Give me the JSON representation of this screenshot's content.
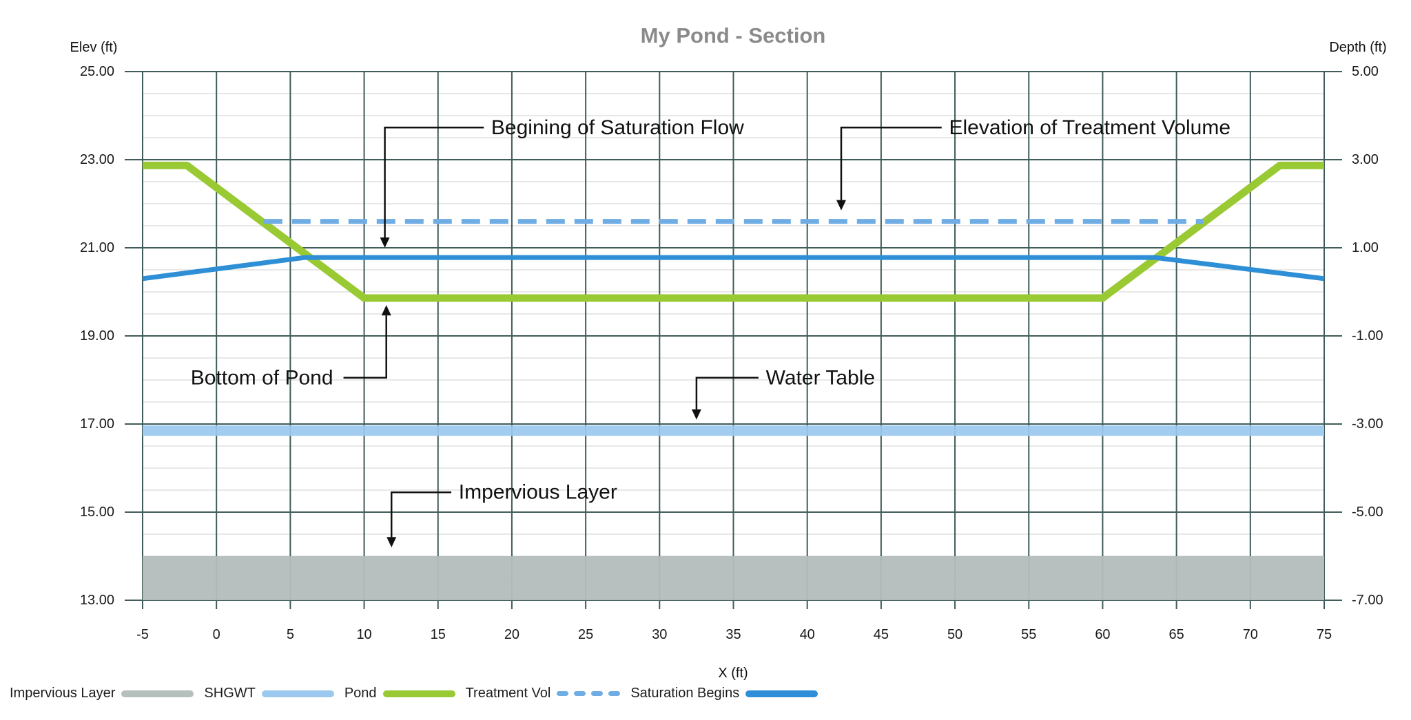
{
  "chart_data": {
    "type": "line",
    "title": "My Pond - Section",
    "title_color": "#8a8a8a",
    "grid": {
      "major_color": "#3f5c5a",
      "minor_color": "#d9d9d9"
    },
    "x_axis": {
      "label": "X (ft)",
      "min": -5,
      "max": 75,
      "tick_step": 5,
      "ticks": [
        -5,
        0,
        5,
        10,
        15,
        20,
        25,
        30,
        35,
        40,
        45,
        50,
        55,
        60,
        65,
        70,
        75
      ]
    },
    "y_axis_left": {
      "label": "Elev (ft)",
      "min": 13,
      "max": 25,
      "major_step": 2,
      "minor_step": 0.5,
      "ticks": [
        {
          "elev": 25,
          "label": "25.00"
        },
        {
          "elev": 23,
          "label": "23.00"
        },
        {
          "elev": 21,
          "label": "21.00"
        },
        {
          "elev": 19,
          "label": "19.00"
        },
        {
          "elev": 17,
          "label": "17.00"
        },
        {
          "elev": 15,
          "label": "15.00"
        },
        {
          "elev": 13,
          "label": "13.00"
        }
      ]
    },
    "y_axis_right": {
      "label": "Depth (ft)",
      "ticks": [
        {
          "elev": 25,
          "label": "5.00"
        },
        {
          "elev": 23,
          "label": "3.00"
        },
        {
          "elev": 21,
          "label": "1.00"
        },
        {
          "elev": 19,
          "label": "-1.00"
        },
        {
          "elev": 17,
          "label": "-3.00"
        },
        {
          "elev": 15,
          "label": "-5.00"
        },
        {
          "elev": 13,
          "label": "-7.00"
        }
      ]
    },
    "series": [
      {
        "name": "Impervious Layer",
        "kind": "band",
        "elev_top": 14.0,
        "elev_bottom": 13.0,
        "color": "#b3bdba",
        "opacity": 0.95
      },
      {
        "name": "SHGWT",
        "kind": "line",
        "color": "#9bc9ef",
        "width": 15,
        "opacity": 0.92,
        "points": [
          [
            -5,
            16.85
          ],
          [
            75,
            16.85
          ]
        ]
      },
      {
        "name": "Pond",
        "kind": "line",
        "color": "#9aca33",
        "width": 11,
        "points": [
          [
            -5,
            22.87
          ],
          [
            -2,
            22.87
          ],
          [
            10,
            19.86
          ],
          [
            60,
            19.86
          ],
          [
            72,
            22.87
          ],
          [
            75,
            22.87
          ]
        ]
      },
      {
        "name": "Treatment Vol",
        "kind": "line",
        "color": "#6fade4",
        "width": 7,
        "dash": "27 14",
        "points": [
          [
            3.2,
            21.6
          ],
          [
            66.8,
            21.6
          ]
        ]
      },
      {
        "name": "Saturation Begins",
        "kind": "line",
        "color": "#2e8fd6",
        "width": 7,
        "points": [
          [
            -5,
            20.3
          ],
          [
            6,
            20.78
          ],
          [
            63.5,
            20.78
          ],
          [
            75,
            20.3
          ]
        ]
      }
    ],
    "annotations": [
      {
        "label": "Begining of Saturation Flow",
        "text": {
          "x": 18.6,
          "elev": 23.73,
          "anchor": "start"
        },
        "elbow": [
          [
            18.1,
            23.73
          ],
          [
            11.4,
            23.73
          ],
          [
            11.4,
            21.0
          ]
        ],
        "arrow": "down"
      },
      {
        "label": "Elevation of Treatment Volume",
        "text": {
          "x": 49.6,
          "elev": 23.73,
          "anchor": "start"
        },
        "elbow": [
          [
            49.1,
            23.73
          ],
          [
            42.3,
            23.73
          ],
          [
            42.3,
            21.85
          ]
        ],
        "arrow": "down"
      },
      {
        "label": "Bottom of Pond",
        "text": {
          "x": 7.9,
          "elev": 18.05,
          "anchor": "end"
        },
        "elbow": [
          [
            8.6,
            18.05
          ],
          [
            11.5,
            18.05
          ],
          [
            11.5,
            19.7
          ]
        ],
        "arrow": "up"
      },
      {
        "label": "Water Table",
        "text": {
          "x": 37.2,
          "elev": 18.05,
          "anchor": "start"
        },
        "elbow": [
          [
            36.7,
            18.05
          ],
          [
            32.5,
            18.05
          ],
          [
            32.5,
            17.1
          ]
        ],
        "arrow": "down"
      },
      {
        "label": "Impervious Layer",
        "text": {
          "x": 16.4,
          "elev": 15.45,
          "anchor": "start"
        },
        "elbow": [
          [
            15.9,
            15.45
          ],
          [
            11.85,
            15.45
          ],
          [
            11.85,
            14.2
          ]
        ],
        "arrow": "down"
      }
    ],
    "legend": [
      {
        "label": "Impervious Layer",
        "swatch": "solid",
        "color": "#b5bfbc"
      },
      {
        "label": "SHGWT",
        "swatch": "solid",
        "color": "#9bc9ef"
      },
      {
        "label": "Pond",
        "swatch": "solid",
        "color": "#9aca33"
      },
      {
        "label": "Treatment Vol",
        "swatch": "dashed",
        "color": "#6fade4"
      },
      {
        "label": "Saturation Begins",
        "swatch": "solid",
        "color": "#2e8fd6"
      }
    ]
  }
}
